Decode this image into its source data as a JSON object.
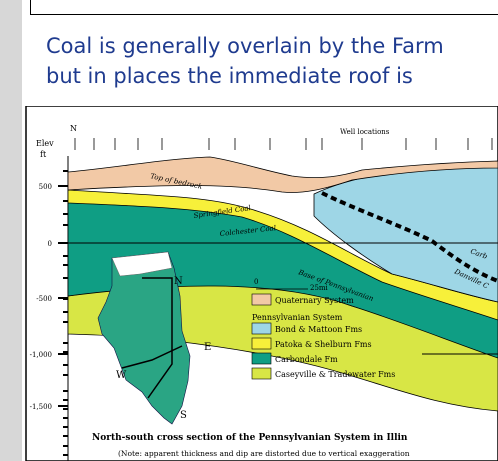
{
  "caption": {
    "line1": "Coal is generally overlain by the Farm",
    "line2": "but in places the immediate roof is"
  },
  "figure": {
    "north_label": "N",
    "elev_label": "Elev",
    "ft_label": "ft",
    "well_locations_label": "Well locations",
    "axis_ticks": [
      "500",
      "0",
      "-500",
      "-1,000",
      "-1,500"
    ],
    "labels": {
      "top_of_bedrock": "Top of bedrock",
      "springfield_coal": "Springfield Coal",
      "colchester_coal": "Colchester Coal",
      "base_of_pennsylvanian": "Base of Pennsylvanian",
      "danville_coal": "Danville C",
      "carb": "Carb"
    },
    "scale_zero": "0",
    "scale_label": "25mi",
    "map_labels": {
      "n": "N",
      "e": "E",
      "w": "W",
      "s": "S"
    },
    "legend": {
      "quaternary": "Quaternary System",
      "pennsylvanian_header": "Pennsylvanian System",
      "bond_mattoon": "Bond & Mattoon Fms",
      "patoka_shelburn": "Patoka & Shelburn Fms",
      "carbondale": "Carbondale Fm",
      "caseyville_tradewater": "Caseyville & Tradewater Fms"
    },
    "title": "North-south cross section of the Pennsylvanian System in Illin",
    "note": "(Note: apparent thickness and dip are distorted due to vertical exaggeration"
  },
  "colors": {
    "quaternary": "#f2c9a6",
    "bond_mattoon": "#9ed6e6",
    "patoka_shelburn": "#f7f03a",
    "carbondale": "#0f9e84",
    "caseyville": "#d8e645",
    "caption_text": "#1f3b8f",
    "map_fill": "#2aa584"
  }
}
